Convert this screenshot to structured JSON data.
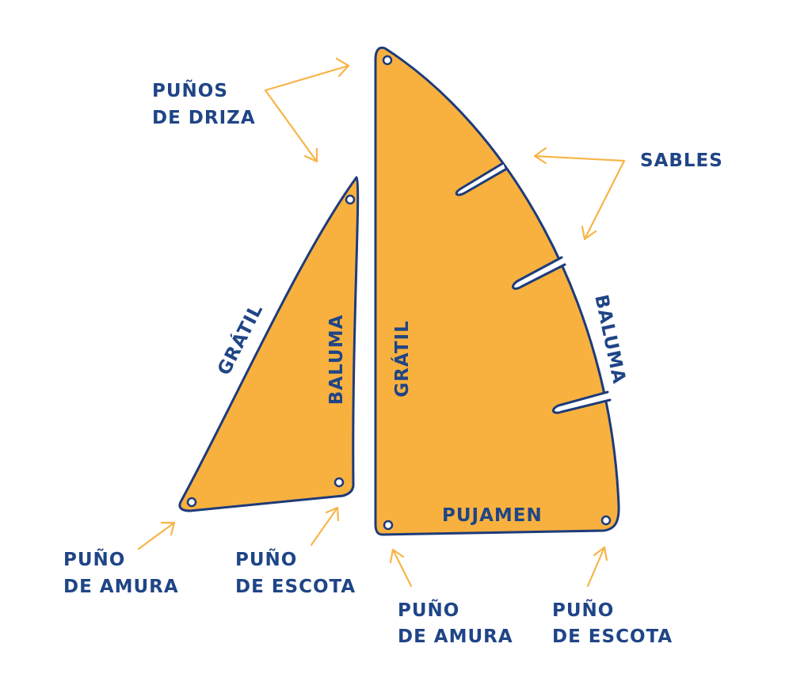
{
  "colors": {
    "sail_fill": "#F8B13F",
    "outline": "#1D3B7A",
    "text": "#1F4586",
    "arrow": "#F7B548",
    "background": "#FFFFFF"
  },
  "labels": {
    "head_line1": "PUÑOS",
    "head_line2": "DE DRIZA",
    "battens": "SABLES",
    "jib_luff": "GRÁTIL",
    "jib_leech": "BALUMA",
    "main_luff": "GRÁTIL",
    "main_leech": "BALUMA",
    "main_foot": "PUJAMEN",
    "jib_tack_line1": "PUÑO",
    "jib_tack_line2": "DE AMURA",
    "jib_clew_line1": "PUÑO",
    "jib_clew_line2": "DE ESCOTA",
    "main_tack_line1": "PUÑO",
    "main_tack_line2": "DE AMURA",
    "main_clew_line1": "PUÑO",
    "main_clew_line2": "DE ESCOTA"
  }
}
